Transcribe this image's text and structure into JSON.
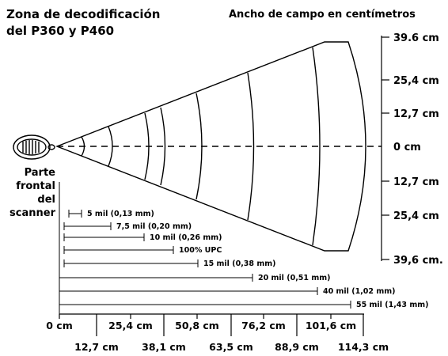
{
  "title_line1": "Zona de decodificación",
  "title_line2": "del P360 y P460",
  "right_header": "Ancho de campo en centímetros",
  "width_labels": [
    "39.6 cm",
    "25,4 cm",
    "12,7 cm",
    "0 cm",
    "12,7 cm",
    "25,4 cm",
    "39,6 cm."
  ],
  "scanner_label": [
    "Parte",
    "frontal",
    "del",
    "scanner"
  ],
  "ranges": [
    "5 mil (0,13 mm)",
    "7,5 mil (0,20 mm)",
    "10 mil (0,26 mm)",
    "100% UPC",
    "15 mil (0,38 mm)",
    "20 mil (0,51 mm)",
    "40 mil (1,02 mm)",
    "55 mil (1,43 mm)"
  ],
  "axis_top": [
    "0 cm",
    "25,4 cm",
    "50,8 cm",
    "76,2 cm",
    "101,6 cm"
  ],
  "axis_bottom": [
    "12,7 cm",
    "38,1 cm",
    "63,5 cm",
    "88,9 cm",
    "114,3 cm"
  ],
  "icons": {
    "scanner": "barcode-scanner-head-icon"
  },
  "colors": {
    "ink": "#000000",
    "background": "#ffffff"
  }
}
